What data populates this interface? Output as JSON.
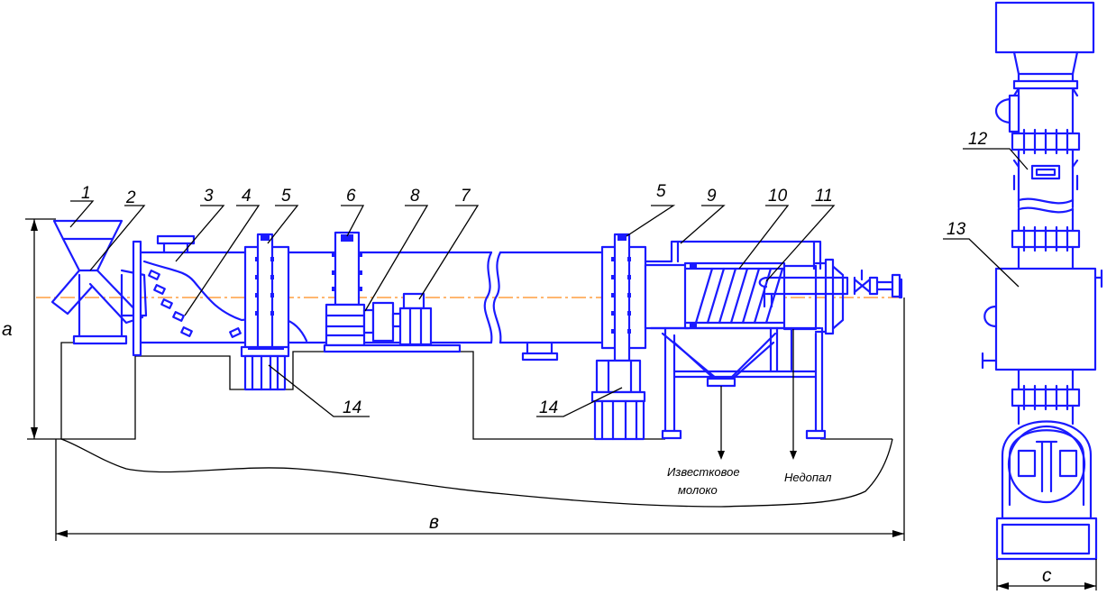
{
  "colors": {
    "lines": "#1a1aff",
    "axis": "#ff8c1a",
    "leaders": "#000000"
  },
  "callouts": {
    "c1": "1",
    "c2": "2",
    "c3": "3",
    "c4": "4",
    "c5a": "5",
    "c6": "6",
    "c8": "8",
    "c7": "7",
    "c5b": "5",
    "c9": "9",
    "c10": "10",
    "c11": "11",
    "c12": "12",
    "c13": "13",
    "c14a": "14",
    "c14b": "14"
  },
  "dimensions": {
    "height": "а",
    "length": "в",
    "width": "с"
  },
  "outputs": {
    "lime_milk_line1": "Известковое",
    "lime_milk_line2": "молоко",
    "underburn": "Недопал"
  }
}
